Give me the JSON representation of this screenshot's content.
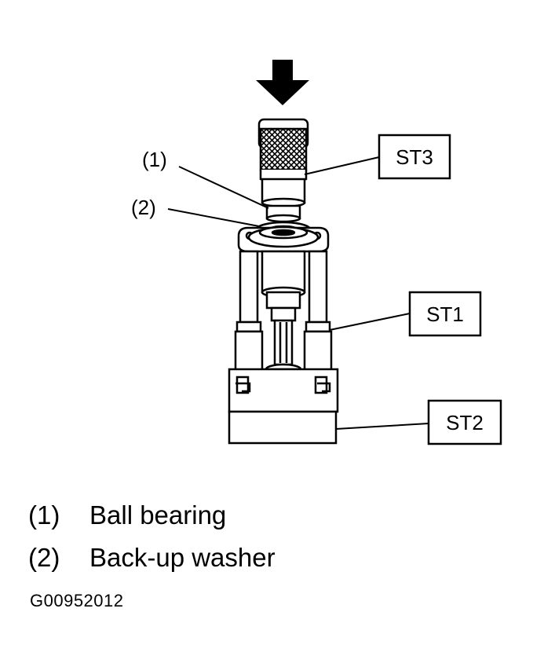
{
  "callouts": {
    "c1": "(1)",
    "c2": "(2)"
  },
  "tools": {
    "st3": "ST3",
    "st1": "ST1",
    "st2": "ST2"
  },
  "legend": [
    {
      "num": "(1)",
      "label": "Ball bearing"
    },
    {
      "num": "(2)",
      "label": "Back-up washer"
    }
  ],
  "figure_id": "G00952012"
}
